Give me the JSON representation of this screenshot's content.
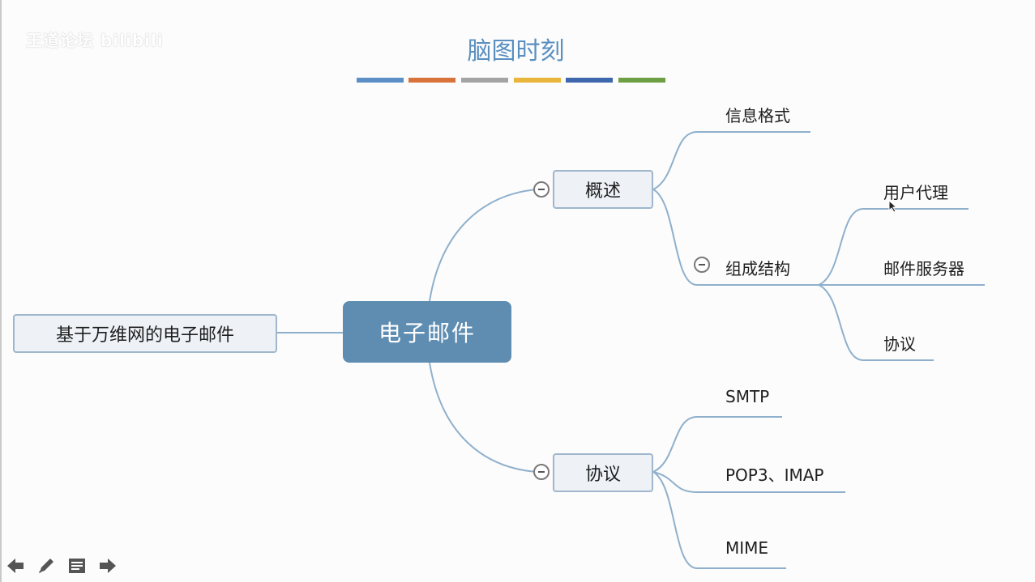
{
  "watermark": "王道论坛 bilibili",
  "title": "脑图时刻",
  "title_bar_colors": [
    "#5b8fc6",
    "#d9733c",
    "#a4a4a4",
    "#e9b53a",
    "#3f67ad",
    "#6f9f45"
  ],
  "mindmap": {
    "left_topic": "基于万维网的电子邮件",
    "central_topic": "电子邮件",
    "branches": [
      {
        "label": "概述",
        "children": [
          {
            "label": "信息格式"
          },
          {
            "label": "组成结构",
            "children": [
              "用户代理",
              "邮件服务器",
              "协议"
            ]
          }
        ]
      },
      {
        "label": "协议",
        "children": [
          {
            "label": "SMTP"
          },
          {
            "label": "POP3、IMAP"
          },
          {
            "label": "MIME"
          }
        ]
      }
    ]
  },
  "toolbar": {
    "icons": [
      "arrow-left-icon",
      "pen-icon",
      "notes-icon",
      "arrow-right-icon"
    ]
  },
  "colors": {
    "title": "#5a8fc0",
    "central_fill": "#5e8db1",
    "connector": "#8fb0cc",
    "node_fill": "#eef2f7",
    "node_border": "#9fb6cc"
  }
}
